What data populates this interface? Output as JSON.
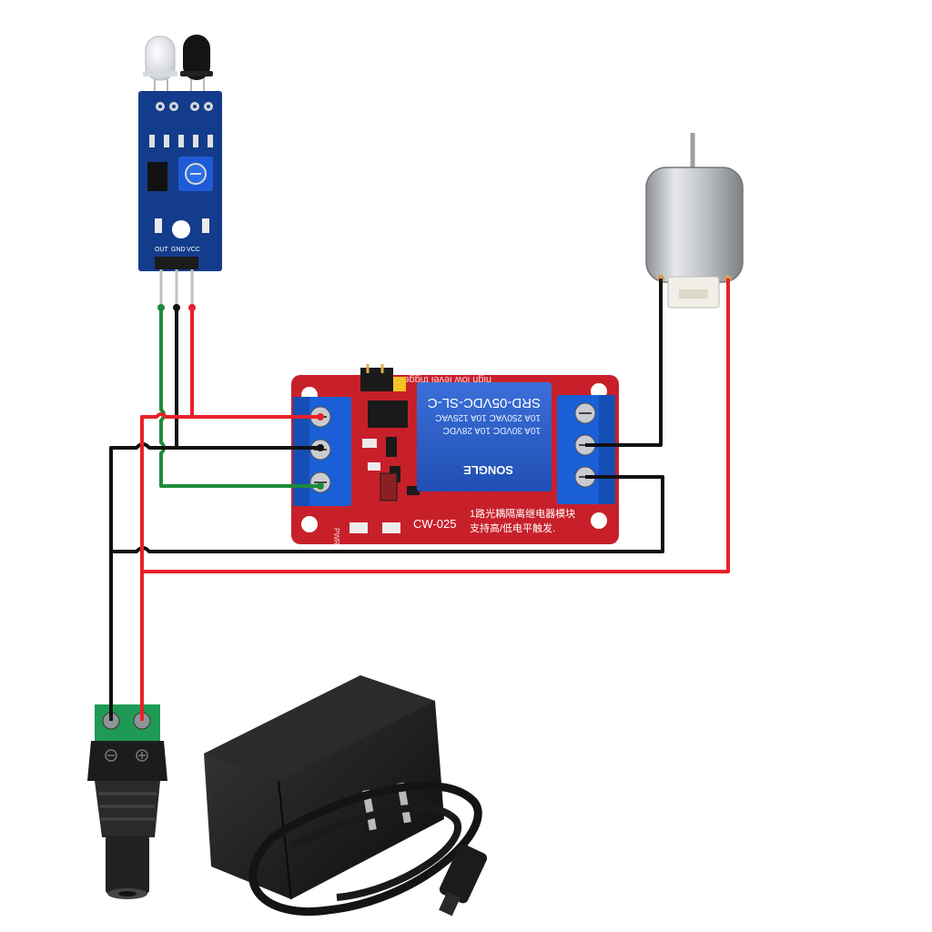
{
  "ir_sensor": {
    "pin_labels": [
      "OUT",
      "GND",
      "VCC"
    ]
  },
  "relay_module": {
    "model_text": "CW-025",
    "relay_part": "SRD-05VDC-SL-C",
    "relay_brand": "SONGLE",
    "relay_rating_1": "10A 250VAC  10A 125VAC",
    "relay_rating_2": "10A 30VDC  10A 28VDC",
    "chinese_line_1": "1路光耦隔离继电器模块",
    "chinese_line_2": "支持高/低电平触发.",
    "top_text": "high low level trigger",
    "pwr_label": "PWR"
  },
  "colors": {
    "wire_positive": "#e8202a",
    "wire_ground": "#111111",
    "wire_signal": "#1e8a3a",
    "sensor_pcb": "#143c8c",
    "relay_pcb": "#c8202a",
    "terminal_blue": "#1a5fd6",
    "dc_jack_green": "#1f9a55"
  }
}
